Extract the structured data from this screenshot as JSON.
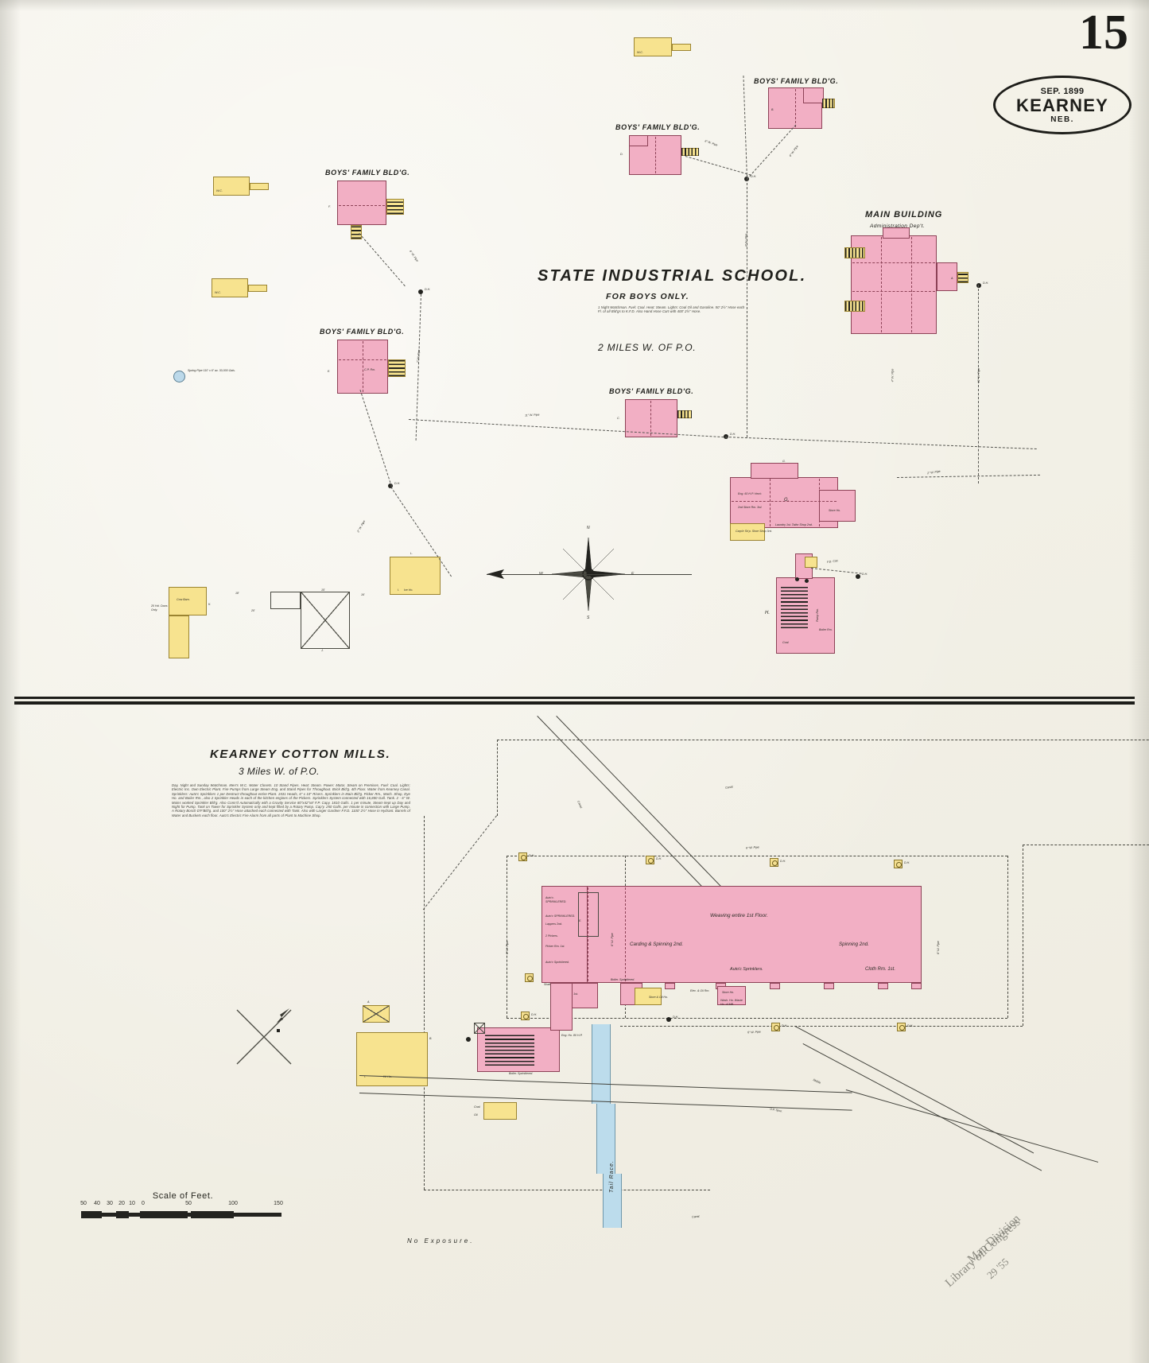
{
  "sheet": {
    "number": "15",
    "stamp": {
      "date": "SEP. 1899",
      "city": "KEARNEY",
      "state": "NEB."
    }
  },
  "panel_top": {
    "title": "STATE INDUSTRIAL SCHOOL.",
    "subtitle": "FOR BOYS ONLY.",
    "note": "1 Night Watchman. Fuel: Coal. Heat: Steam. Lights: Coal Oil and Gasoline. 50' 2½\" Hose each Fl. of all Bld'gs to K.F.D. Also Hand Hose Cart with 400' 2½\" Hose.",
    "distance": "2 MILES W. OF P.O.",
    "buildings": [
      {
        "label": "BOYS' FAMILY BLD'G.",
        "key": "F"
      },
      {
        "label": "BOYS' FAMILY BLD'G.",
        "key": "E"
      },
      {
        "label": "BOYS' FAMILY BLD'G.",
        "key": "D"
      },
      {
        "label": "BOYS' FAMILY BLD'G.",
        "key": "B"
      },
      {
        "label": "BOYS' FAMILY BLD'G.",
        "key": "C"
      },
      {
        "label": "MAIN BUILDING",
        "key": "A"
      }
    ],
    "main_building_sub": "Administration Dep't.",
    "spring_pipe": "Spring Pipe 110' x 6\" av. 30,000 Gals.",
    "keys": {
      "a": "A.",
      "b": "B.",
      "c": "C.",
      "d": "D.",
      "e": "E.",
      "f": "F.",
      "g": "G.",
      "h": "H.",
      "i": "I.",
      "j": "J.",
      "k": "K.",
      "l": "L."
    },
    "small_labels": [
      "W.C.",
      "W.C.",
      "W.C.",
      "D.H.",
      "D.H.",
      "D.H.",
      "D.H.",
      "D.H.",
      "D.H.",
      "C.P. Rm.",
      "Ice Ho.",
      "Cow Barn.",
      "20 Hd. Cows Only.",
      "Work Shops.",
      "Laundry 1st. Tailor Shop 2nd.",
      "Store Ho.",
      "Carp'tr Sh'p. Shoe Shop 3rd.",
      "2nd Store Rm. 3rd.",
      "Eng. 60 H.P. Hea'r.",
      "Coal.",
      "Boiler Rm.",
      "Pump Rm.",
      "6\" W. Pipe",
      "4\" W. Pipe",
      "11\" W. Pipe",
      "6\" W. Pipe",
      "2\" W. Pipe",
      "F.D. Cist."
    ],
    "compass": {
      "n": "N",
      "s": "S",
      "e": "E",
      "w": "W"
    }
  },
  "panel_bottom": {
    "title": "KEARNEY COTTON MILLS.",
    "distance": "3 Miles W. of P.O.",
    "note": "Day, Night and Sunday Watchman. Men's W.C. Water Closets. 10 Stand Pipes. Heat: Steam. Power: Motor. Steam on Premises. Fuel: Coal. Lights: Electric Inc. Own Electric Plant. Fire Pumps from Large Steam Eng. and Stand Pipes for Throughout. Brick Bld'g. 4th Floor. Water from Kearney Canal. Sprinklers: Auto'c Sprinklers 1 per Destruct throughout entire Plant. 1531 Heads, 6\" x 10\" Risers. Sprinklers in Main Bld'g. Picker Rm., Mach. Shop, Dye Ho. and Boiler Rm., also 2 Sprinkler Heads in each of the kitchen engines of the Pickers. Sprinklers System connected with 16,800 Gall. Tank. 2 - 6\" W. Mains worked Sprinkler Bld'g. Also Conn'd Automatically with a Gravity Service 80\"x42\"x8' F.P. Capy. 1810 Galls. 1 per minute, Steam kept up Day and Night for Pump. Tank on Tower for Sprinkler System only and kept filled by a Rotary Pump. Cap'y. 250 Galls. per minute in connection with Large Pump. A Rotary Bosch D'F'Bld'g. and 100\" 2½\" Hose attached each connected with Tank. Also with Larger Gardner F.F.D. 1100' 2½\" Hose in Hydrant. Barrels of Water and Buckets each floor. Auto'c Electric Fire Alarm from all parts of Plant to Machine Shop.",
    "mill_labels": [
      "Weaving entire 1st Floor.",
      "Carding & Spinning 2nd.",
      "Spinning 2nd.",
      "Cloth Rm. 1st.",
      "Auto'c. SPRINKLERED.",
      "Auto'c SPRINKLERED.",
      "Picker Rm. 1st.",
      "6 Lappers.",
      "Lappers 2nd.",
      "2 Pickers.",
      "Auto'c Sprinklered.",
      "Shaft Case 1st.",
      "Mach. Shop. 1st.",
      "Boiler. Sprinklered.",
      "Elec. & Oil Rm.",
      "Store & Oil Ho.",
      "Auto'c Sprinklers.",
      "Store Ho.",
      "Wash. Ho. Waste Ho. of Mill.",
      "Eng. Ho. 80 H.P.",
      "Boiler. Sprinklered.",
      "Coal.",
      "Oil.",
      "W. Ho.",
      "Tail Race.",
      "Canal.",
      "Stable.",
      "U.P. Spur.",
      "No Exposure."
    ],
    "hydrant_label": "D.H.",
    "pipe_label": "6\" W. Pipe",
    "keys": {
      "a": "A.",
      "b": "B.",
      "c": "C.",
      "d": "D.",
      "e": "E.",
      "i": "I."
    },
    "compass_note": "N"
  },
  "scale": {
    "title": "Scale of Feet.",
    "ticks": [
      "50",
      "40",
      "30",
      "20",
      "10",
      "0",
      "50",
      "100",
      "150"
    ]
  },
  "loc_stamp": {
    "line1": "Map Division",
    "line2": "29  '55",
    "line3": "Library of Congress"
  },
  "colors": {
    "pink_fill": "#f2afc4",
    "pink_stroke": "#8d4257",
    "yellow_fill": "#f7e38f",
    "yellow_stroke": "#9b8431",
    "water": "#bcdcec",
    "ink": "#23231f",
    "paper": "#f2f0e6"
  }
}
